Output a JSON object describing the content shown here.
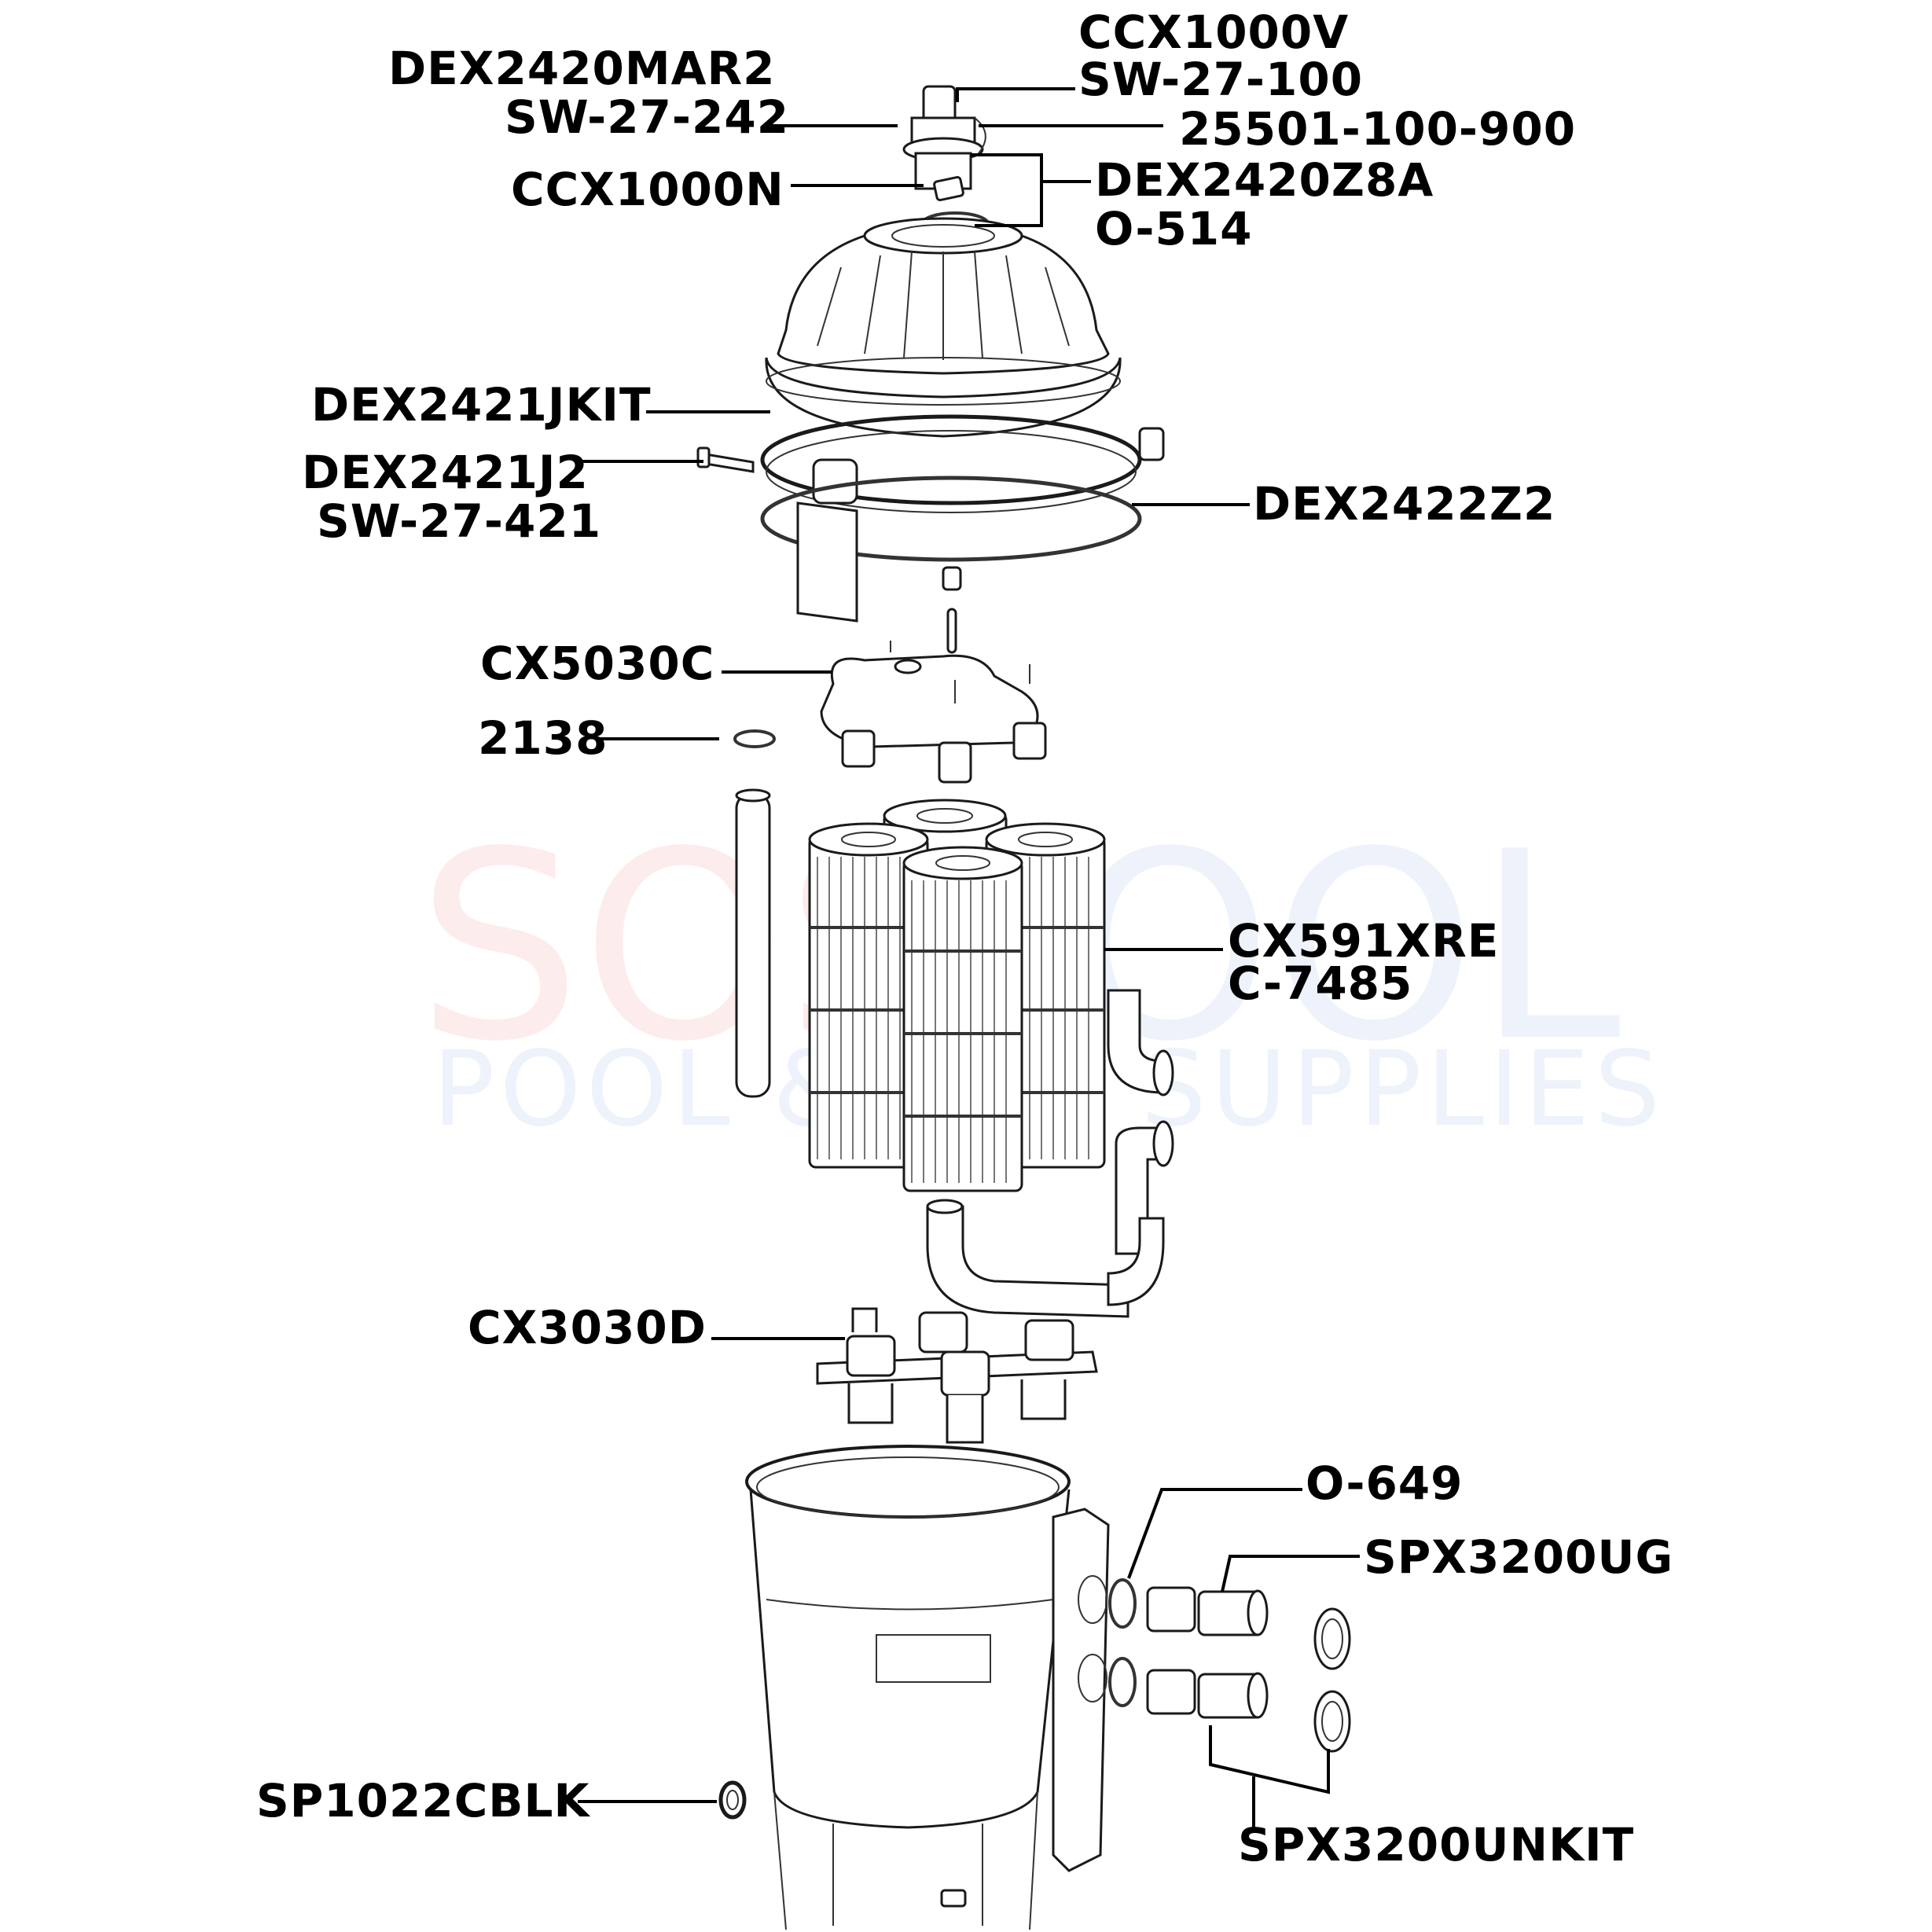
{
  "diagram": {
    "type": "exploded-parts-diagram",
    "subject": "cartridge pool filter assembly",
    "watermark": {
      "line1_left": "SOS",
      "line1_right": "POOL",
      "line2": "POOL & SPA SUPPLIES",
      "color_pink": "#fdecec",
      "color_blue": "#eef2fb"
    },
    "labels": {
      "ccx1000v": "CCX1000V",
      "sw27100": "SW-27-100",
      "dex2420mar2": "DEX2420MAR2",
      "sw27242": "SW-27-242",
      "p25501": "25501-100-900",
      "ccx1000n": "CCX1000N",
      "dex2420z8a": "DEX2420Z8A",
      "o514": "O-514",
      "dex2421jkit": "DEX2421JKIT",
      "dex2421j2": "DEX2421J2",
      "sw27421": "SW-27-421",
      "dex2422z2": "DEX2422Z2",
      "cx5030c": "CX5030C",
      "p2138": "2138",
      "cx591xre": "CX591XRE",
      "c7485": "C-7485",
      "cx3030d": "CX3030D",
      "o649": "O-649",
      "spx3200ug": "SPX3200UG",
      "sp1022cblk": "SP1022CBLK",
      "spx3200unkit": "SPX3200UNKIT"
    },
    "parts": [
      {
        "id": "air-relief-valve",
        "part_numbers": [
          "CCX1000V",
          "SW-27-100"
        ]
      },
      {
        "id": "manifold-adapter",
        "part_numbers": [
          "DEX2420MAR2",
          "SW-27-242"
        ]
      },
      {
        "id": "valve-cap",
        "part_numbers": [
          "25501-100-900"
        ]
      },
      {
        "id": "nut",
        "part_numbers": [
          "CCX1000N"
        ]
      },
      {
        "id": "valve-o-rings",
        "part_numbers": [
          "DEX2420Z8A",
          "O-514"
        ]
      },
      {
        "id": "filter-lid-clamp-kit",
        "part_numbers": [
          "DEX2421JKIT"
        ]
      },
      {
        "id": "clamp-bolt",
        "part_numbers": [
          "DEX2421J2",
          "SW-27-421"
        ]
      },
      {
        "id": "tank-o-ring",
        "part_numbers": [
          "DEX2422Z2"
        ]
      },
      {
        "id": "upper-manifold",
        "part_numbers": [
          "CX5030C"
        ]
      },
      {
        "id": "manifold-o-ring",
        "part_numbers": [
          "2138"
        ]
      },
      {
        "id": "filter-cartridges",
        "part_numbers": [
          "CX591XRE",
          "C-7485"
        ]
      },
      {
        "id": "lower-manifold",
        "part_numbers": [
          "CX3030D"
        ]
      },
      {
        "id": "port-o-ring",
        "part_numbers": [
          "O-649"
        ]
      },
      {
        "id": "union-connector",
        "part_numbers": [
          "SPX3200UG"
        ]
      },
      {
        "id": "drain-plug",
        "part_numbers": [
          "SP1022CBLK"
        ]
      },
      {
        "id": "union-kit",
        "part_numbers": [
          "SPX3200UNKIT"
        ]
      }
    ]
  }
}
